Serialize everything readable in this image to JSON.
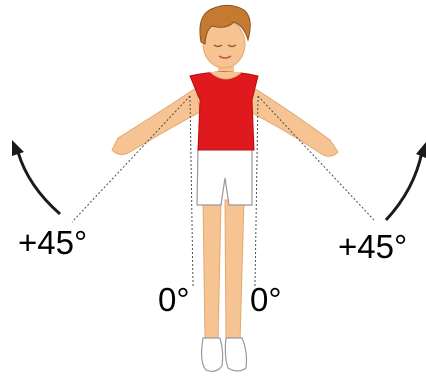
{
  "labels": {
    "left_abduction": "+45°",
    "right_abduction": "+45°",
    "left_neutral": "0°",
    "right_neutral": "0°"
  },
  "colors": {
    "skin": "#f6c492",
    "skin_outline": "#e3a872",
    "hair": "#c47a30",
    "hair_dark": "#8a5420",
    "shirt": "#e0191e",
    "shorts": "#ffffff",
    "shoes": "#ffffff",
    "lines": "#4d4d4d",
    "arrow": "#1a1a1a",
    "text": "#000000"
  },
  "icons": [
    "left-rotation-arrow-icon",
    "right-rotation-arrow-icon"
  ]
}
